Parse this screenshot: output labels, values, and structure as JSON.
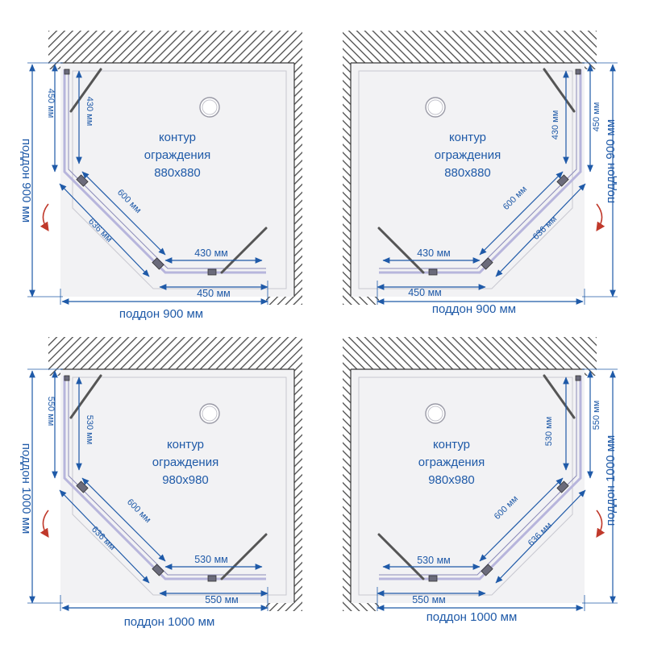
{
  "diagrams": [
    {
      "id": "tl",
      "contour_label": "контур",
      "contour_label2": "ограждения",
      "contour_size": "880x880",
      "tray_width_label": "поддон 900 мм",
      "tray_height_label": "поддон 900 мм",
      "dim_side_outer": "450 мм",
      "dim_side_inner": "430 мм",
      "dim_bottom_outer": "450 мм",
      "dim_bottom_inner": "430 мм",
      "dim_diag_inner": "600 мм",
      "dim_diag_outer": "636 мм"
    },
    {
      "id": "tr",
      "contour_label": "контур",
      "contour_label2": "ограждения",
      "contour_size": "880x880",
      "tray_width_label": "поддон 900 мм",
      "tray_height_label": "поддон 900 мм",
      "dim_side_outer": "450 мм",
      "dim_side_inner": "430 мм",
      "dim_bottom_outer": "450 мм",
      "dim_bottom_inner": "430 мм",
      "dim_diag_inner": "600 мм",
      "dim_diag_outer": "636 мм"
    },
    {
      "id": "bl",
      "contour_label": "контур",
      "contour_label2": "ограждения",
      "contour_size": "980x980",
      "tray_width_label": "поддон 1000 мм",
      "tray_height_label": "поддон 1000 мм",
      "dim_side_outer": "550 мм",
      "dim_side_inner": "530 мм",
      "dim_bottom_outer": "550 мм",
      "dim_bottom_inner": "530 мм",
      "dim_diag_inner": "600 мм",
      "dim_diag_outer": "636 мм"
    },
    {
      "id": "br",
      "contour_label": "контур",
      "contour_label2": "ограждения",
      "contour_size": "980x980",
      "tray_width_label": "поддон 1000 мм",
      "tray_height_label": "поддон 1000 мм",
      "dim_side_outer": "550 мм",
      "dim_side_inner": "530 мм",
      "dim_bottom_outer": "550 мм",
      "dim_bottom_inner": "530 мм",
      "dim_diag_inner": "600 мм",
      "dim_diag_outer": "636 мм"
    }
  ]
}
